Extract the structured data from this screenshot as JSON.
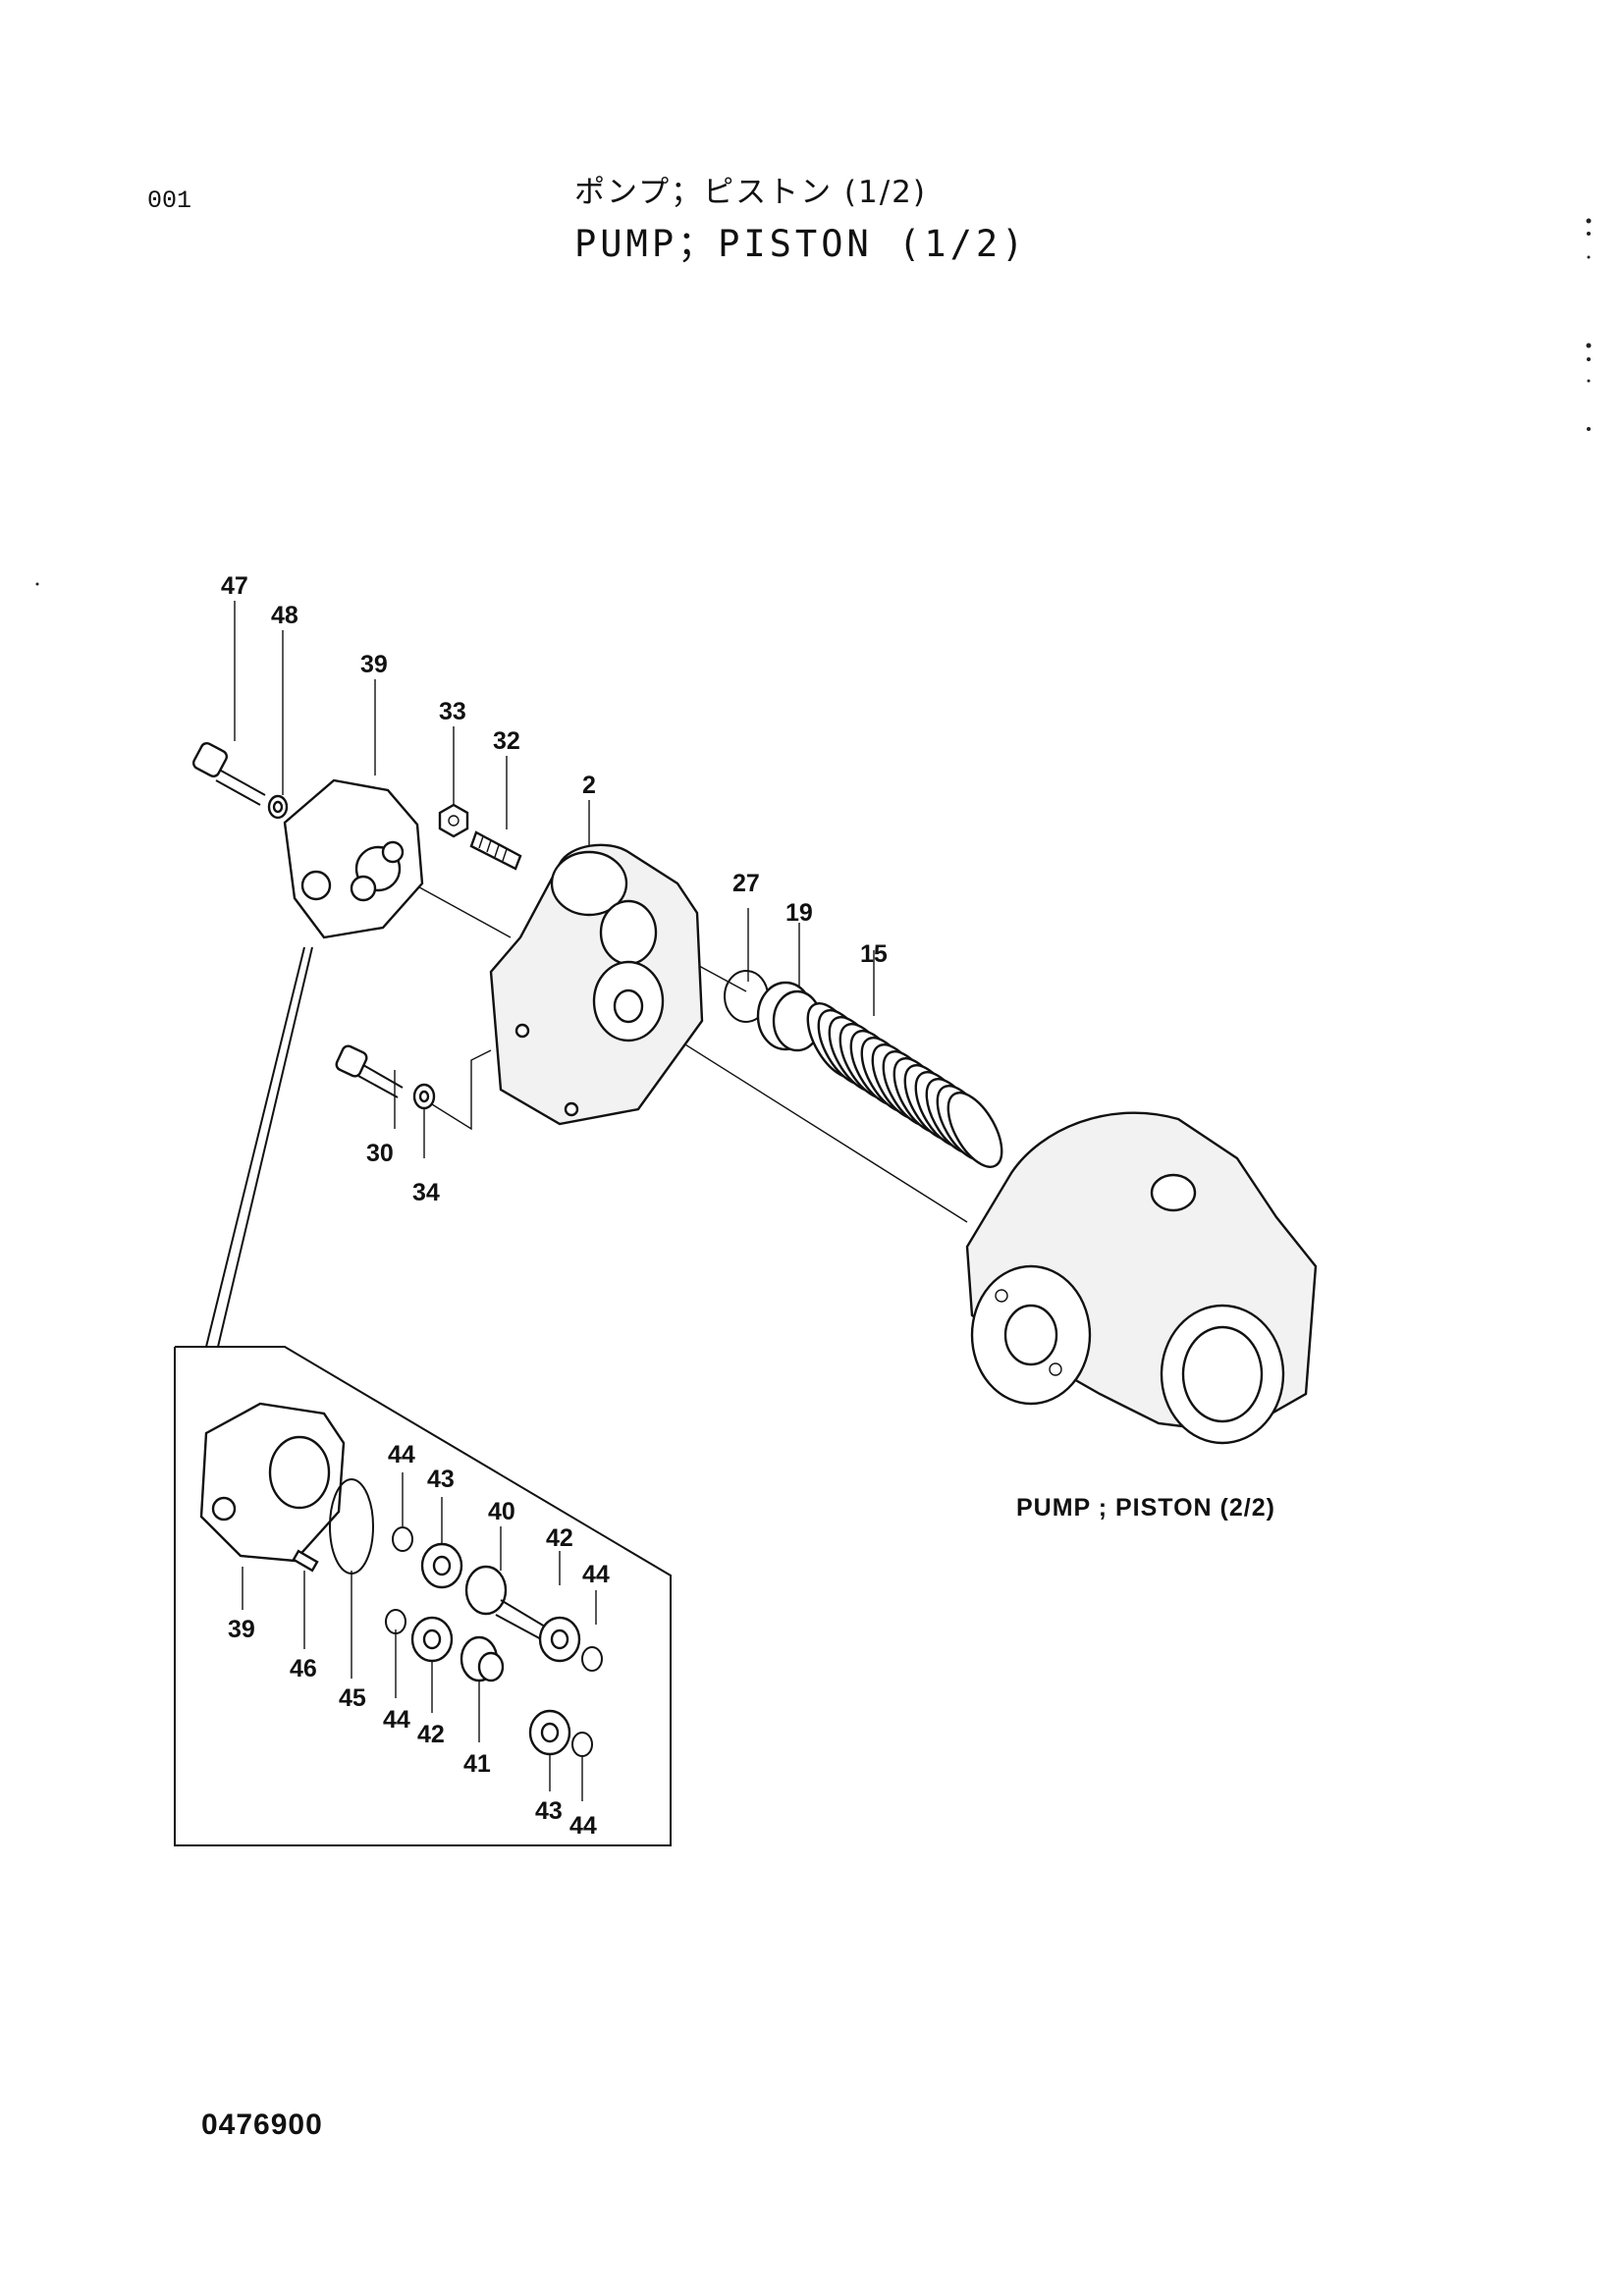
{
  "header": {
    "page_code": "001",
    "title_jp": "ポンプ；ピストン (1/2)",
    "title_en": "PUMP；PISTON (1/2)"
  },
  "reference_label": "PUMP ; PISTON (2/2)",
  "doc_number": "0476900",
  "callouts": {
    "c47": "47",
    "c48": "48",
    "c39a": "39",
    "c33": "33",
    "c32": "32",
    "c2": "2",
    "c27": "27",
    "c19": "19",
    "c15": "15",
    "c30": "30",
    "c34": "34",
    "c44a": "44",
    "c43a": "43",
    "c40": "40",
    "c42a": "42",
    "c44b": "44",
    "c39b": "39",
    "c46": "46",
    "c45": "45",
    "c44c": "44",
    "c42b": "42",
    "c41": "41",
    "c43b": "43",
    "c44d": "44"
  }
}
